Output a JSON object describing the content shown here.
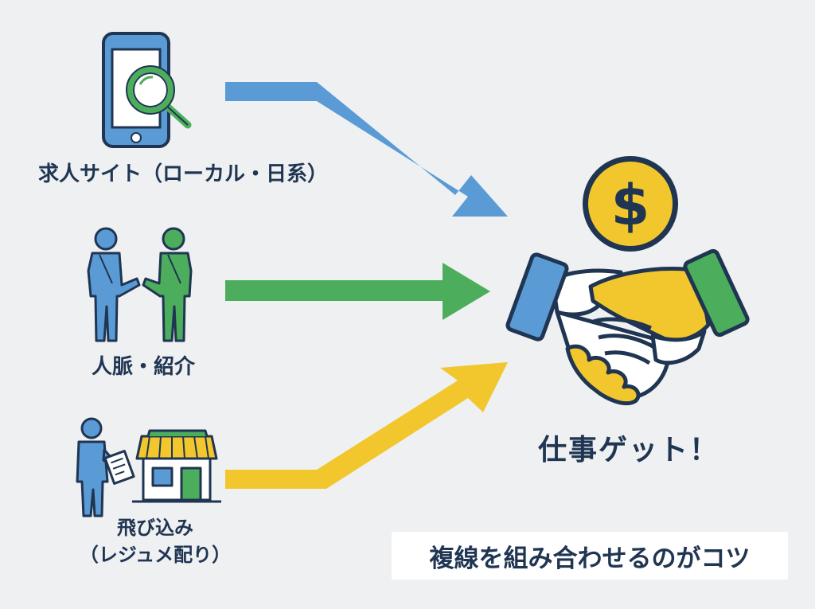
{
  "colors": {
    "background": "#eef0f2",
    "navy": "#1f3552",
    "blue": "#4a8ccd",
    "green": "#4cae5c",
    "yellow": "#f2c72d",
    "white": "#ffffff"
  },
  "sources": [
    {
      "id": "job-sites",
      "label": "求人サイト（ローカル・日系）",
      "icon": "smartphone-magnifier-icon",
      "arrow_color": "blue"
    },
    {
      "id": "network",
      "label": "人脈・紹介",
      "icon": "handshake-people-icon",
      "arrow_color": "green"
    },
    {
      "id": "walk-in",
      "label_lines": [
        "飛び込み",
        "（レジュメ配り）"
      ],
      "icon": "person-resume-shop-icon",
      "arrow_color": "yellow"
    }
  ],
  "result": {
    "label": "仕事ゲット！",
    "icons": [
      "dollar-coin-icon",
      "handshake-icon"
    ],
    "coin_symbol": "$"
  },
  "tip": {
    "text": "複線を組み合わせるのがコツ"
  }
}
